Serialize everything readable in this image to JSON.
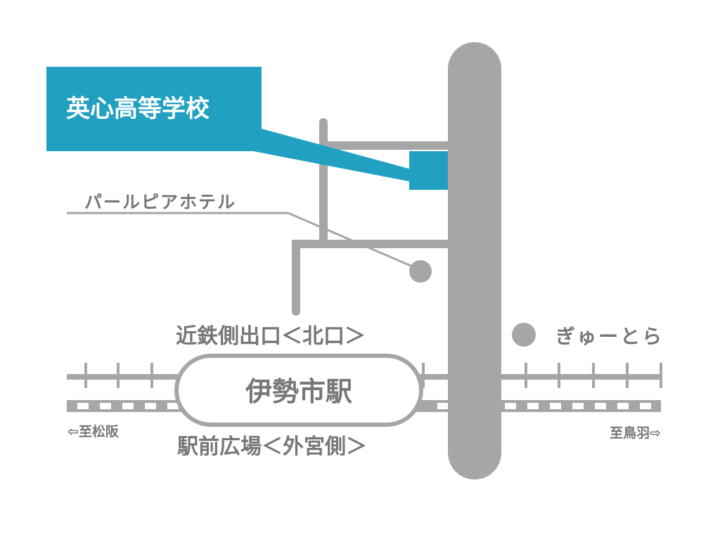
{
  "colors": {
    "road": "#a6a6a6",
    "accent": "#22a0c2",
    "text": "#777777"
  },
  "school": {
    "label": "英心高等学校"
  },
  "landmarks": {
    "hotel": "パールピアホテル",
    "gyutora": "ぎゅーとら"
  },
  "station": {
    "name": "伊勢市駅",
    "north_exit": "近鉄側出口＜北口＞",
    "south_exit": "駅前広場＜外宮側＞"
  },
  "directions": {
    "west": "⇦至松阪",
    "east": "至鳥羽⇨"
  }
}
